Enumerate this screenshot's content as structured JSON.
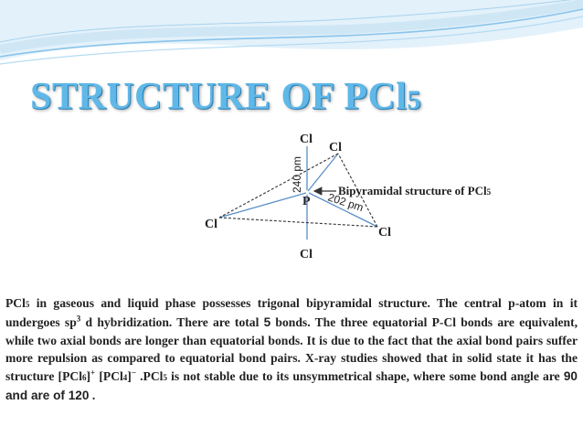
{
  "title": {
    "main": "STRUCTURE OF PCl",
    "sub": "5"
  },
  "diagram": {
    "atoms": {
      "cl_top": "Cl",
      "cl_upper_right": "Cl",
      "p": "P",
      "cl_left": "Cl",
      "cl_right": "Cl",
      "cl_bottom": "Cl"
    },
    "axial_length": "240 pm",
    "equatorial_length": "202 pm",
    "caption": {
      "text": "Bipyramidal structure of PCl",
      "sub": "5"
    }
  },
  "paragraph": {
    "formula": "PCl",
    "formula_sub": "5",
    "t1": " in  gaseous and liquid phase possesses trigonal bipyramidal structure. The central p-atom in it undergoes sp",
    "sp_sup": "3",
    "t2": " d hybridization. There are total ",
    "bond_count": "5",
    "t3": " bonds. The three equatorial P-Cl bonds are equivalent, while two axial bonds are longer than equatorial bonds. It is due to the fact that the axial bond pairs suffer  more repulsion as compared to equatorial bond pairs. X-ray studies showed that in solid state it has the structure ",
    "cation": "[PCl",
    "cation_sub": "6",
    "cation_close": "]",
    "cation_charge": "+",
    "anion": "[PCl",
    "anion_sub": "4",
    "anion_close": "]",
    "anion_charge": "−",
    "t4": " .PCl",
    "t4_sub": "5",
    "t5": " is not stable due to its unsymmetrical shape, where some bond angle are ",
    "angle_1": "90",
    "t6": "  and are of ",
    "angle_2": "120",
    "t7": "  ."
  },
  "colors": {
    "title": "#5fb8e8",
    "wave_light": "#cfe6f5",
    "wave_dark": "#8ac4ea",
    "bond": "#5b8fc7",
    "text": "#222222"
  }
}
